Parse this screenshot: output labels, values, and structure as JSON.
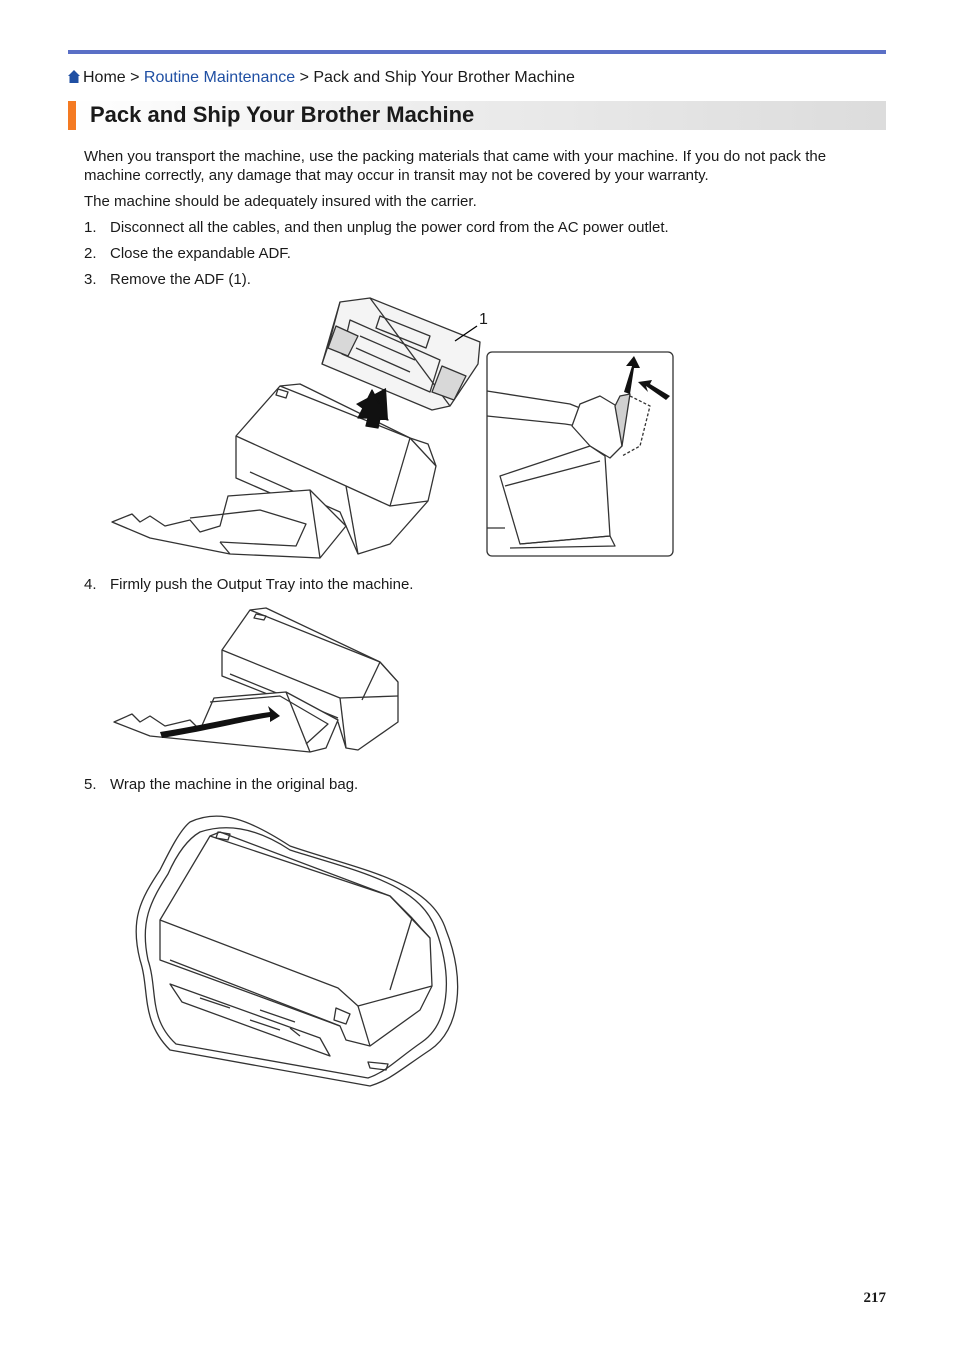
{
  "breadcrumb": {
    "home": "Home",
    "sep1": " > ",
    "routine": "Routine Maintenance",
    "sep2": " > ",
    "current": "Pack and Ship Your Brother Machine"
  },
  "title": "Pack and Ship Your Brother Machine",
  "intro": {
    "p1": "When you transport the machine, use the packing materials that came with your machine. If you do not pack the machine correctly, any damage that may occur in transit may not be covered by your warranty.",
    "p2": "The machine should be adequately insured with the carrier."
  },
  "steps": [
    {
      "num": "1.",
      "text": "Disconnect all the cables, and then unplug the power cord from the AC power outlet."
    },
    {
      "num": "2.",
      "text": "Close the expandable ADF."
    },
    {
      "num": "3.",
      "text": "Remove the ADF (1)."
    },
    {
      "num": "4.",
      "text": "Firmly push the Output Tray into the machine."
    },
    {
      "num": "5.",
      "text": "Wrap the machine in the original bag."
    }
  ],
  "figure1": {
    "callout": "1"
  },
  "page_number": "217",
  "colors": {
    "accent": "#f47a22",
    "rule": "#5a6fc6",
    "link": "#1f4fa3"
  }
}
